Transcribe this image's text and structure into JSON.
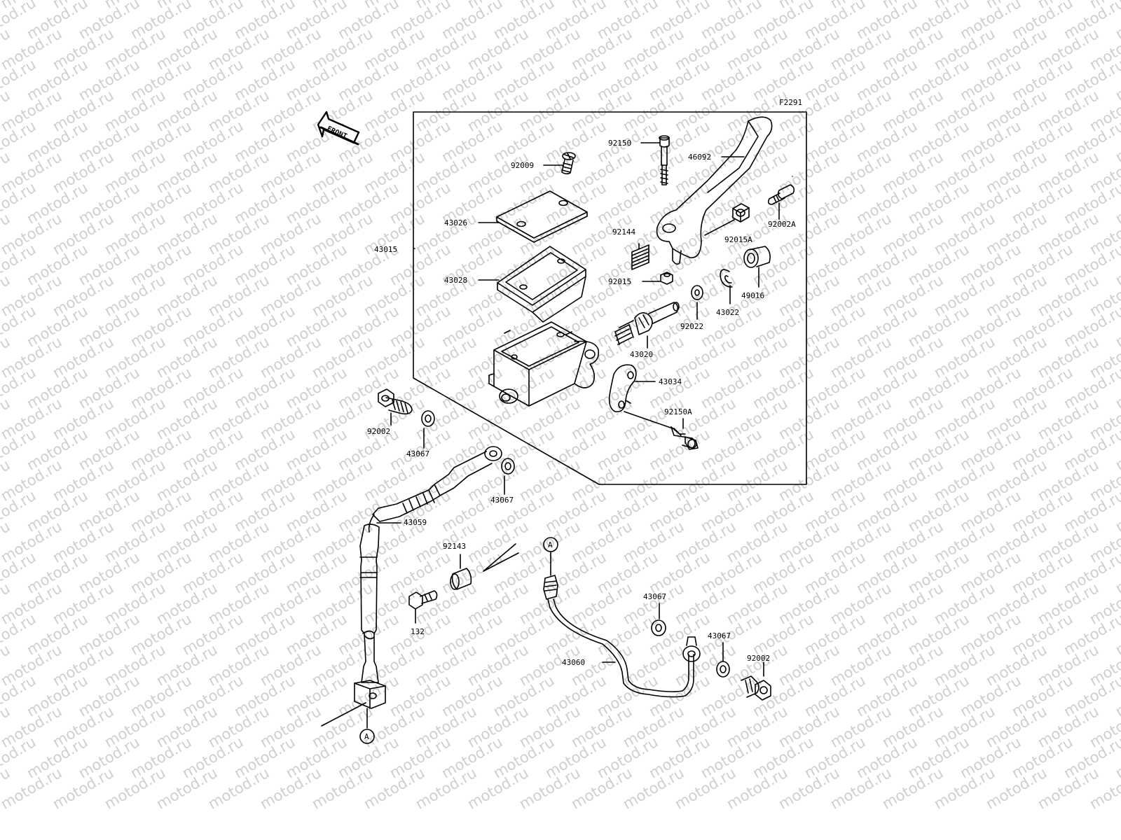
{
  "watermark": "motod.ru",
  "figure_code": "F2291",
  "front_label": "FRONT",
  "connector_marker": "A",
  "parts": {
    "p92009": "92009",
    "p43026": "43026",
    "p43015": "43015",
    "p43028": "43028",
    "p92150": "92150",
    "p46092": "46092",
    "p92002A": "92002A",
    "p92144": "92144",
    "p92015A": "92015A",
    "p92015": "92015",
    "p49016": "49016",
    "p43022": "43022",
    "p92022": "92022",
    "p43020": "43020",
    "p43034": "43034",
    "p92150A": "92150A",
    "p92002_upper": "92002",
    "p43067_a": "43067",
    "p43067_b": "43067",
    "p43059": "43059",
    "p92143": "92143",
    "p132": "132",
    "p43067_c": "43067",
    "p43067_d": "43067",
    "p43060": "43060",
    "p92002_lower": "92002"
  },
  "colors": {
    "line": "#000000",
    "watermark": "#cfcfcf",
    "background": "#ffffff"
  }
}
